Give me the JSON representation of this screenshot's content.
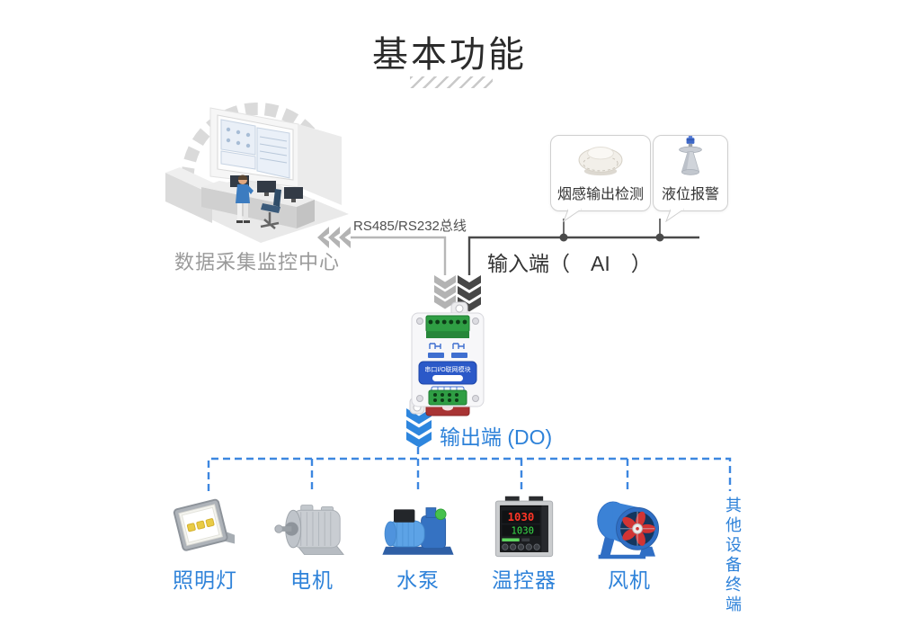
{
  "title": "基本功能",
  "monitor_center": {
    "label": "数据采集监控中心",
    "icon": "control-room-illustration"
  },
  "bus": {
    "label": "RS485/RS232总线"
  },
  "input": {
    "label": "输入端（　AI　）"
  },
  "sensors": [
    {
      "label": "烟感输出检测",
      "icon": "smoke-detector-icon"
    },
    {
      "label": "液位报警",
      "icon": "level-sensor-icon"
    }
  ],
  "device": {
    "label": "串口I/O联网模块",
    "icon": "io-module-icon"
  },
  "output": {
    "label": "输出端 (DO)"
  },
  "terminals": [
    {
      "label": "照明灯",
      "icon": "floodlight-icon"
    },
    {
      "label": "电机",
      "icon": "motor-icon"
    },
    {
      "label": "水泵",
      "icon": "pump-icon"
    },
    {
      "label": "温控器",
      "icon": "temp-controller-icon",
      "display_top": "1030",
      "display_bottom": "1030"
    },
    {
      "label": "风机",
      "icon": "fan-icon"
    }
  ],
  "other_terminal": {
    "label": "其他设备终端"
  },
  "colors": {
    "accent_blue": "#2e82d9",
    "dashed_blue": "#3d87e0",
    "dark_line": "#4a4a4a",
    "gray_line": "#b7b7b7",
    "text_dark": "#333333",
    "text_gray": "#9a9a9a"
  }
}
